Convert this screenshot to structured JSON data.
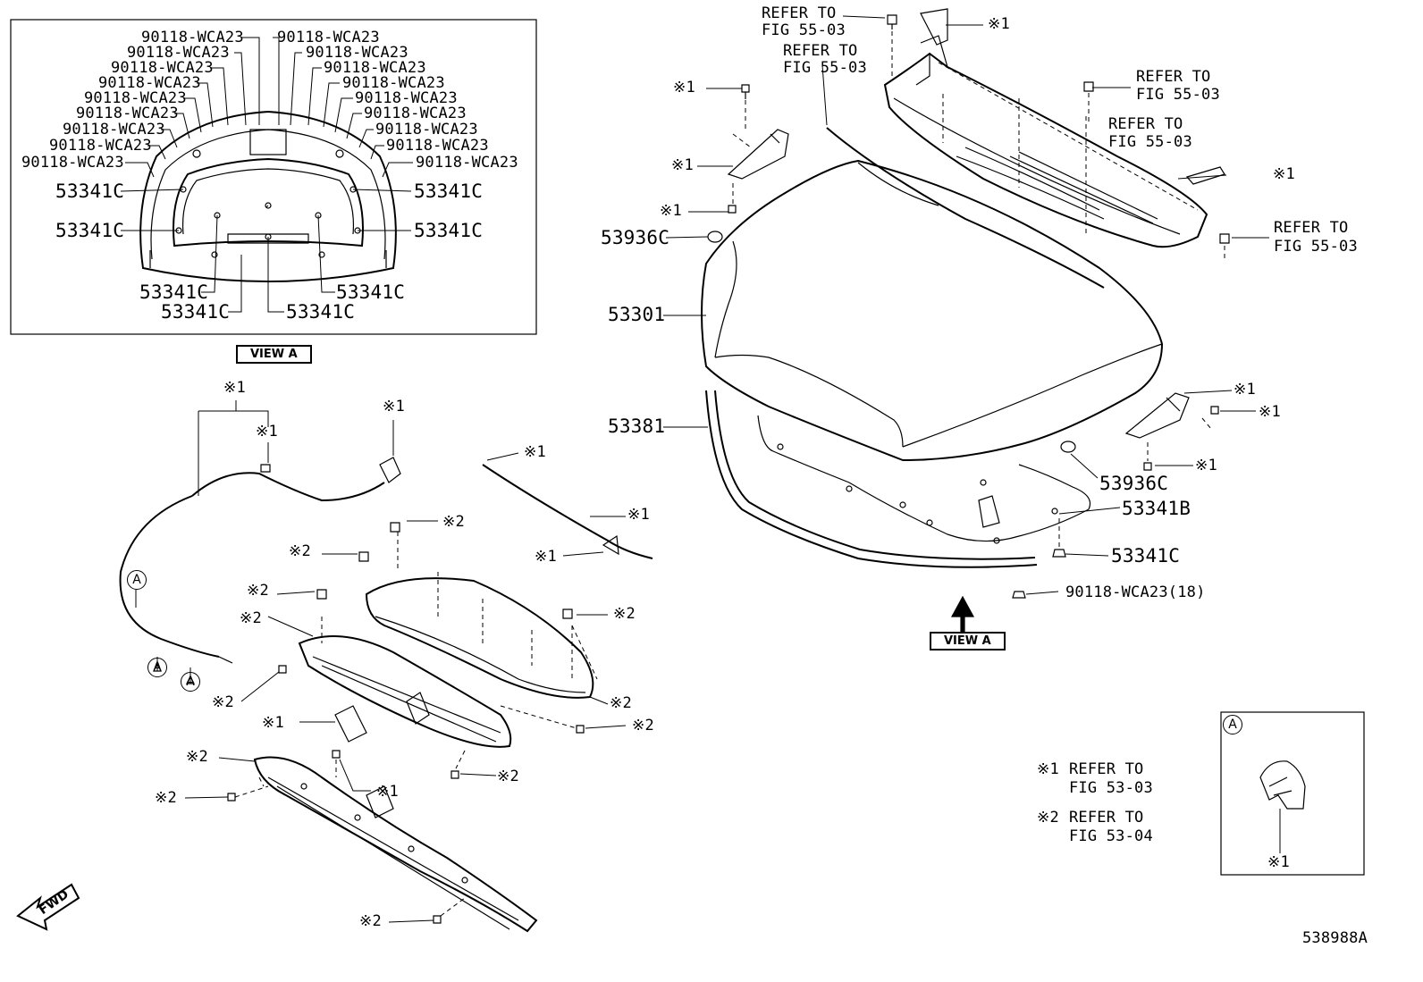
{
  "view_a_panel": {
    "fasteners_left": [
      "90118-WCA23",
      "90118-WCA23",
      "90118-WCA23",
      "90118-WCA23",
      "90118-WCA23",
      "90118-WCA23",
      "90118-WCA23",
      "90118-WCA23",
      "90118-WCA23"
    ],
    "fasteners_right": [
      "90118-WCA23",
      "90118-WCA23",
      "90118-WCA23",
      "90118-WCA23",
      "90118-WCA23",
      "90118-WCA23",
      "90118-WCA23",
      "90118-WCA23",
      "90118-WCA23"
    ],
    "cushions": [
      "53341C",
      "53341C",
      "53341C",
      "53341C",
      "53341C",
      "53341C",
      "53341C",
      "53341C"
    ],
    "title": "VIEW A"
  },
  "hood": {
    "part_hood": "53301",
    "part_seal": "53381",
    "part_cushion_left": "53936C",
    "part_cushion_right": "53936C",
    "part_insulator": "53341B",
    "part_insulator_clip": "53341C",
    "part_clips": "90118-WCA23(18)",
    "view_label": "VIEW A"
  },
  "cowl_refs": {
    "r1_a": "REFER TO",
    "r1_b": "FIG 55-03",
    "r2_a": "REFER TO",
    "r2_b": "FIG 55-03",
    "r3_a": "REFER TO",
    "r3_b": "FIG 55-03",
    "r4_a": "REFER TO",
    "r4_b": "FIG 55-03",
    "r5_a": "REFER TO",
    "r5_b": "FIG 55-03"
  },
  "marks": {
    "m1": "※1",
    "m2": "※2"
  },
  "circle_letter": "A",
  "legend": {
    "mark1": "※1",
    "mark1_a": "REFER TO",
    "mark1_b": "FIG 53-03",
    "mark2": "※2",
    "mark2_a": "REFER TO",
    "mark2_b": "FIG 53-04"
  },
  "fwd_label": "FWD",
  "figure_id": "538988A"
}
